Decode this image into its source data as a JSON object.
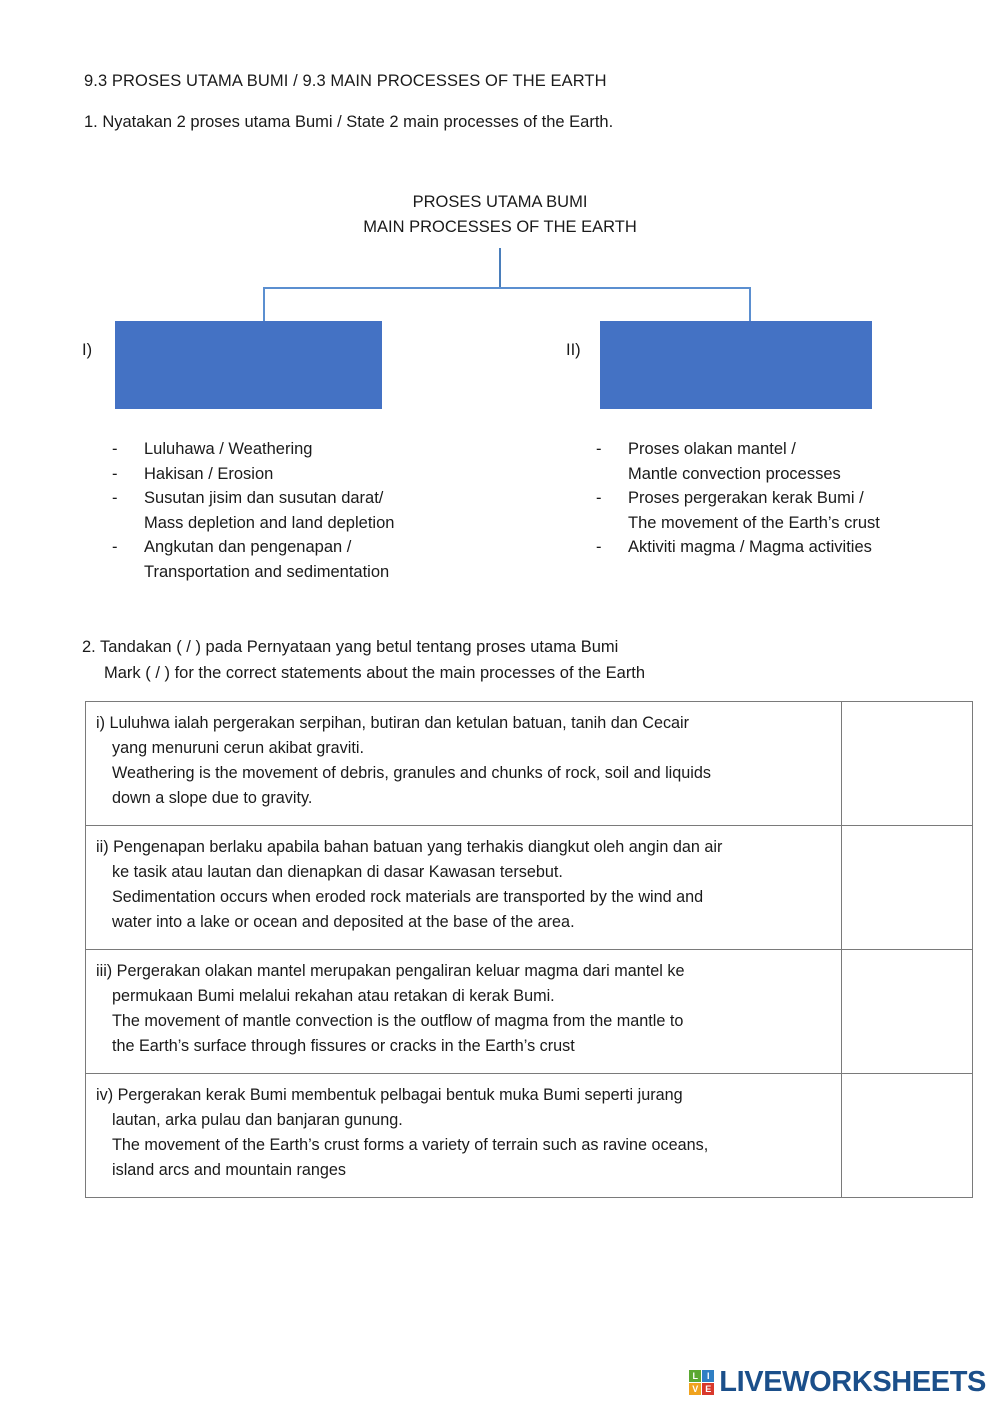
{
  "document": {
    "title": "9.3 PROSES UTAMA BUMI / 9.3 MAIN PROCESSES OF THE EARTH",
    "question1": "1. Nyatakan 2 proses utama Bumi /  State 2 main processes of the Earth."
  },
  "diagram": {
    "title_line1": "PROSES UTAMA BUMI",
    "title_line2": "MAIN PROCESSES OF THE EARTH",
    "box_color": "#4472c4",
    "connector_color": "#5b8fd0",
    "branches": [
      {
        "label": "I)",
        "box_text": "",
        "items": [
          {
            "dash": "-",
            "line1": "Luluhawa / Weathering",
            "line2": ""
          },
          {
            "dash": "-",
            "line1": "Hakisan / Erosion",
            "line2": ""
          },
          {
            "dash": "-",
            "line1": "Susutan jisim dan susutan darat/",
            "line2": "Mass depletion and land depletion"
          },
          {
            "dash": "-",
            "line1": "Angkutan dan pengenapan /",
            "line2": "Transportation and sedimentation"
          }
        ]
      },
      {
        "label": "II)",
        "box_text": "",
        "items": [
          {
            "dash": "-",
            "line1": "Proses olakan mantel /",
            "line2": "Mantle convection processes"
          },
          {
            "dash": "-",
            "line1": "Proses pergerakan kerak Bumi /",
            "line2": "The movement of the Earth’s crust"
          },
          {
            "dash": "-",
            "line1": "Aktiviti magma / Magma activities",
            "line2": ""
          }
        ]
      }
    ]
  },
  "question2": {
    "line1": "2. Tandakan ( / ) pada Pernyataan yang betul tentang proses utama Bumi",
    "line2": "Mark ( / ) for the correct statements about the main processes of the Earth",
    "rows": [
      {
        "marker": "i)",
        "lines": [
          "i) Luluhwa ialah pergerakan serpihan, butiran dan ketulan batuan, tanih dan Cecair",
          "yang menuruni cerun akibat graviti.",
          "Weathering is the movement of debris, granules and chunks of rock, soil and liquids",
          "down a slope due to gravity."
        ],
        "answer": ""
      },
      {
        "marker": "ii)",
        "lines": [
          "ii) Pengenapan berlaku apabila bahan batuan yang terhakis diangkut oleh angin dan air",
          "ke tasik atau lautan dan dienapkan di dasar Kawasan tersebut.",
          "Sedimentation occurs when eroded rock materials are transported by the wind and",
          "water into a lake or ocean and deposited at the base of the area."
        ],
        "answer": ""
      },
      {
        "marker": "iii)",
        "lines": [
          "iii) Pergerakan olakan mantel merupakan pengaliran keluar magma dari mantel ke",
          "permukaan Bumi melalui rekahan atau retakan di kerak Bumi.",
          "The movement of mantle convection is the outflow of magma from the mantle to",
          "the Earth’s surface through fissures or cracks in the Earth’s crust"
        ],
        "answer": ""
      },
      {
        "marker": "iv)",
        "lines": [
          "iv) Pergerakan kerak Bumi membentuk pelbagai bentuk muka Bumi seperti jurang",
          "lautan, arka pulau dan banjaran gunung.",
          "The movement of the Earth’s crust forms a variety of terrain such as ravine oceans,",
          "island arcs and mountain ranges"
        ],
        "answer": ""
      }
    ]
  },
  "footer": {
    "logo_tiles": [
      "L",
      "I",
      "V",
      "E"
    ],
    "logo_word": "LIVEWORKSHEETS",
    "logo_word_color": "#1b4f8a"
  }
}
